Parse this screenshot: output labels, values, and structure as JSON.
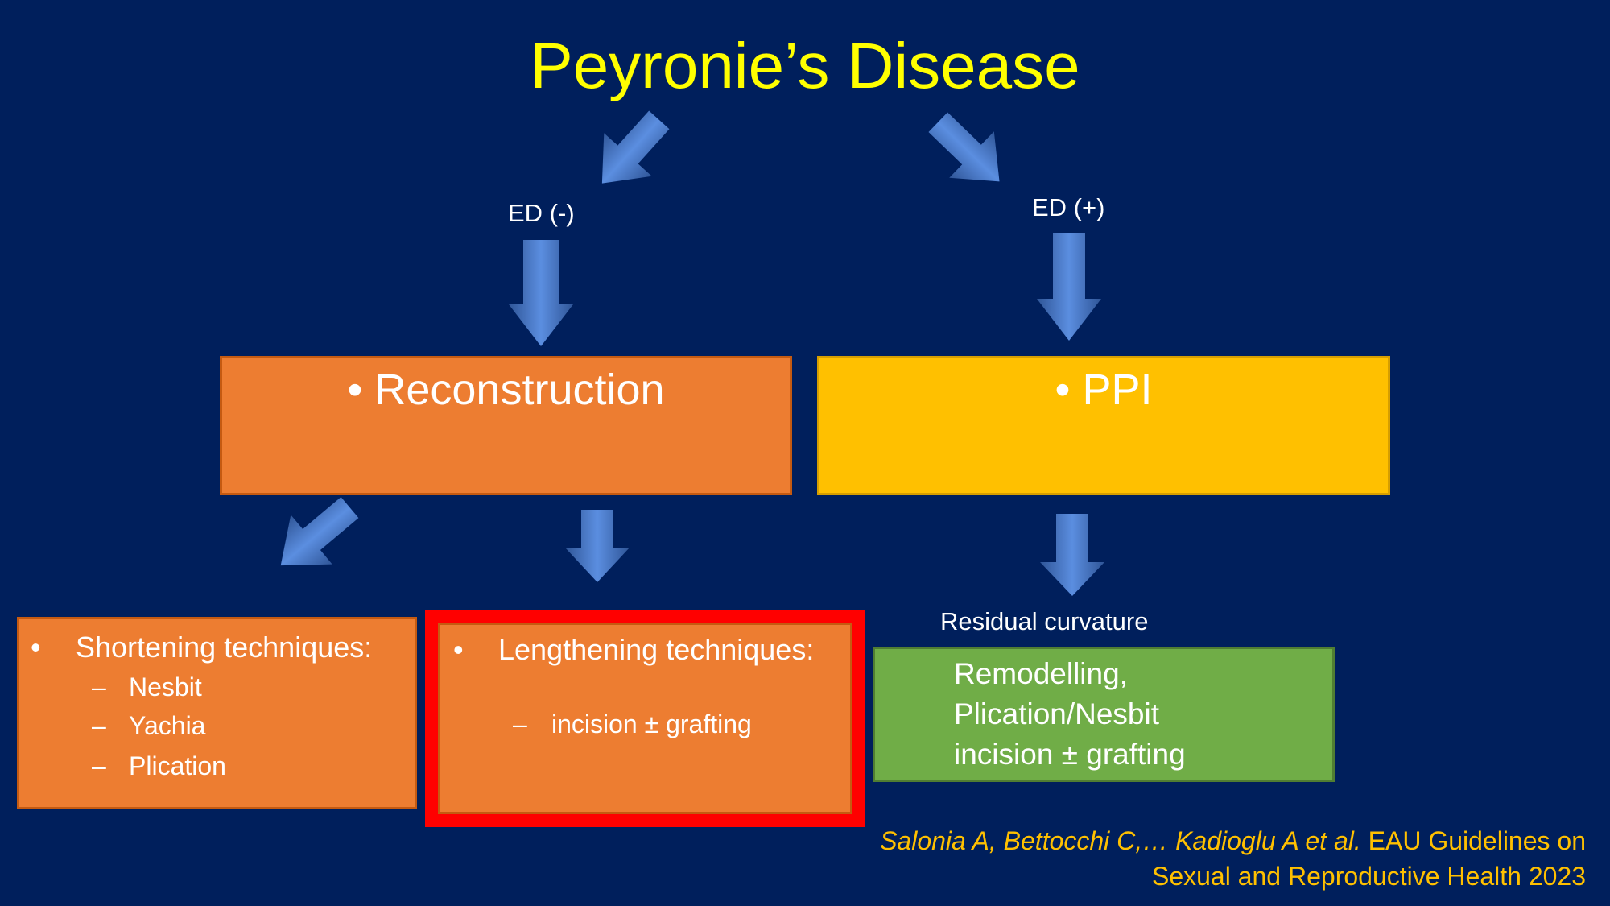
{
  "title": "Peyronie’s Disease",
  "branches": {
    "ed_negative": "ED (-)",
    "ed_positive": "ED (+)",
    "residual": "Residual curvature"
  },
  "boxes": {
    "reconstruction": {
      "bullet": "•",
      "label": "Reconstruction"
    },
    "ppi": {
      "bullet": "•",
      "label": "PPI"
    },
    "shortening": {
      "bullet": "•",
      "heading": "Shortening techniques:",
      "items": [
        "Nesbit",
        "Yachia",
        "Plication"
      ]
    },
    "lengthening": {
      "bullet": "•",
      "heading": "Lengthening techniques:",
      "items": [
        "incision ± grafting"
      ]
    },
    "remodelling": {
      "lines": [
        "Remodelling,",
        "Plication/Nesbit",
        "incision ± grafting"
      ]
    }
  },
  "dash": "–",
  "citation": {
    "authors": "Salonia A, Bettocchi C,… Kadioglu A et al.",
    "line1_rest": " EAU Guidelines on",
    "line2": "Sexual and Reproductive Health 2023"
  },
  "colors": {
    "background": "#001f5c",
    "title": "#ffff00",
    "arrow": "#4472c4",
    "orange": "#ed7d31",
    "gold": "#ffc000",
    "green": "#70ad47",
    "highlight": "#ff0000",
    "citation": "#ffc000"
  }
}
